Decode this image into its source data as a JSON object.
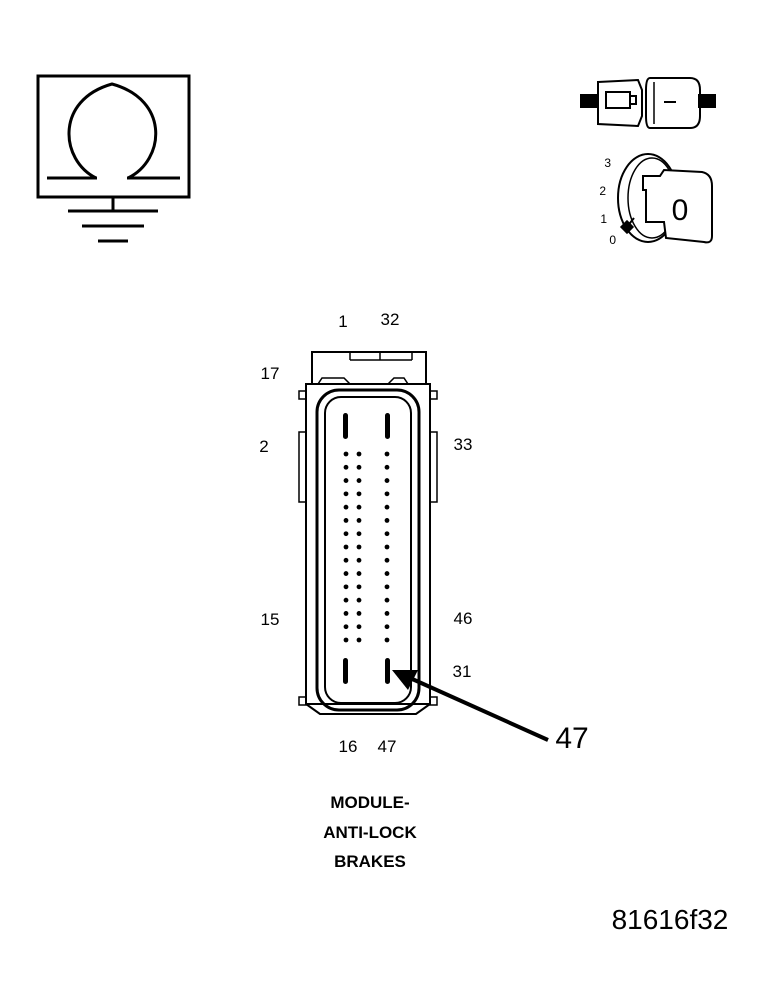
{
  "ground_symbol": {
    "icon": "ground-omega-icon"
  },
  "connector_icon": {
    "icon": "connector-halves-icon"
  },
  "ignition_switch": {
    "icon": "ignition-key-icon",
    "positions": [
      "3",
      "2",
      "1",
      "0"
    ],
    "key_label": "0"
  },
  "connector": {
    "pin_labels": {
      "p1": "1",
      "p32": "32",
      "p17": "17",
      "p2": "2",
      "p33": "33",
      "p15": "15",
      "p46": "46",
      "p31": "31",
      "p16": "16",
      "p47": "47"
    },
    "left_column_cavities": 15,
    "right_column_cavities": 15,
    "callout_label": "47"
  },
  "caption": {
    "line1": "MODULE-",
    "line2": "ANTI-LOCK",
    "line3": "BRAKES"
  },
  "figure_id": "81616f32"
}
